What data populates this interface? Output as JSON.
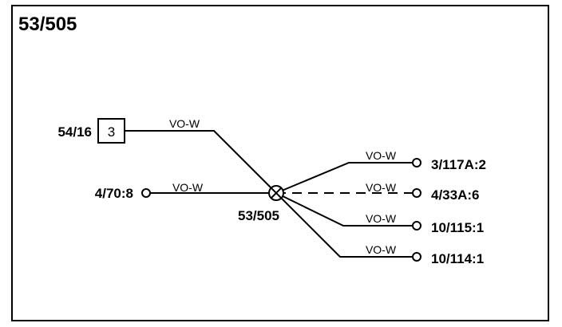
{
  "title": "53/505",
  "splice": {
    "label": "53/505"
  },
  "left_connections": [
    {
      "endpoint": "54/16",
      "box_label": "3",
      "wire": "VO-W"
    },
    {
      "endpoint": "4/70:8",
      "wire": "VO-W"
    }
  ],
  "right_connections": [
    {
      "endpoint": "3/117A:2",
      "wire": "VO-W",
      "style": "solid"
    },
    {
      "endpoint": "4/33A:6",
      "wire": "VO-W",
      "style": "dashed"
    },
    {
      "endpoint": "10/115:1",
      "wire": "VO-W",
      "style": "solid"
    },
    {
      "endpoint": "10/114:1",
      "wire": "VO-W",
      "style": "solid"
    }
  ],
  "colors": {
    "ink": "#000000",
    "background": "#ffffff"
  }
}
